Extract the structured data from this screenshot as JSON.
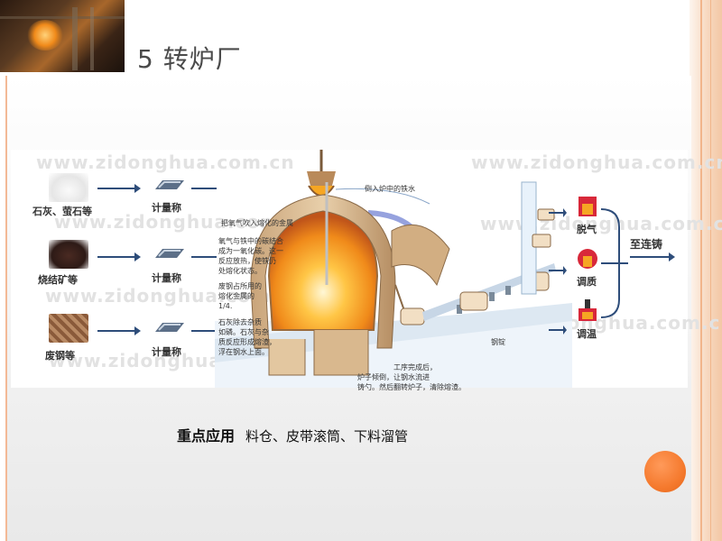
{
  "header": {
    "title": "5 转炉厂"
  },
  "diagram": {
    "watermark_text": "www.zidonghua.com.cn",
    "materials": [
      {
        "label": "石灰、萤石等",
        "scale_label": "计量称"
      },
      {
        "label": "烧结矿等",
        "scale_label": "计量称"
      },
      {
        "label": "废钢等",
        "scale_label": "计量称"
      }
    ],
    "annotations": {
      "pour_iron": "倒入炉中的铁水",
      "oxygen_blow": "把氧气吹入熔化的金属",
      "oxidation": [
        "氧气与铁中的碳结合",
        "成为一氧化碳。这一",
        "反应放热，使铁仍",
        "处熔化状态。"
      ],
      "scrap_share": [
        "废钢占所用的",
        "熔化金属的",
        "1/4."
      ],
      "lime": [
        "石灰除去杂质",
        "如磷。石灰与杂",
        "质反应形成熔渣，",
        "浮在钢水上面。"
      ],
      "process_done": [
        "工序完成后，",
        "炉子倾倒，让钢水流进",
        "铸勺。然后翻转炉子，清除熔渣。"
      ],
      "ingot": "钢锭"
    },
    "outputs": [
      {
        "label": "脱气"
      },
      {
        "label": "调质"
      },
      {
        "label": "调温"
      }
    ],
    "final_label": "至连铸"
  },
  "caption": {
    "strong": "重点应用",
    "text": "料仓、皮带滚筒、下料溜管"
  },
  "colors": {
    "accent": "#f57a2e",
    "border": "#f3c7a5",
    "arrow": "#2e4d7a",
    "flame": "#f6a623"
  }
}
